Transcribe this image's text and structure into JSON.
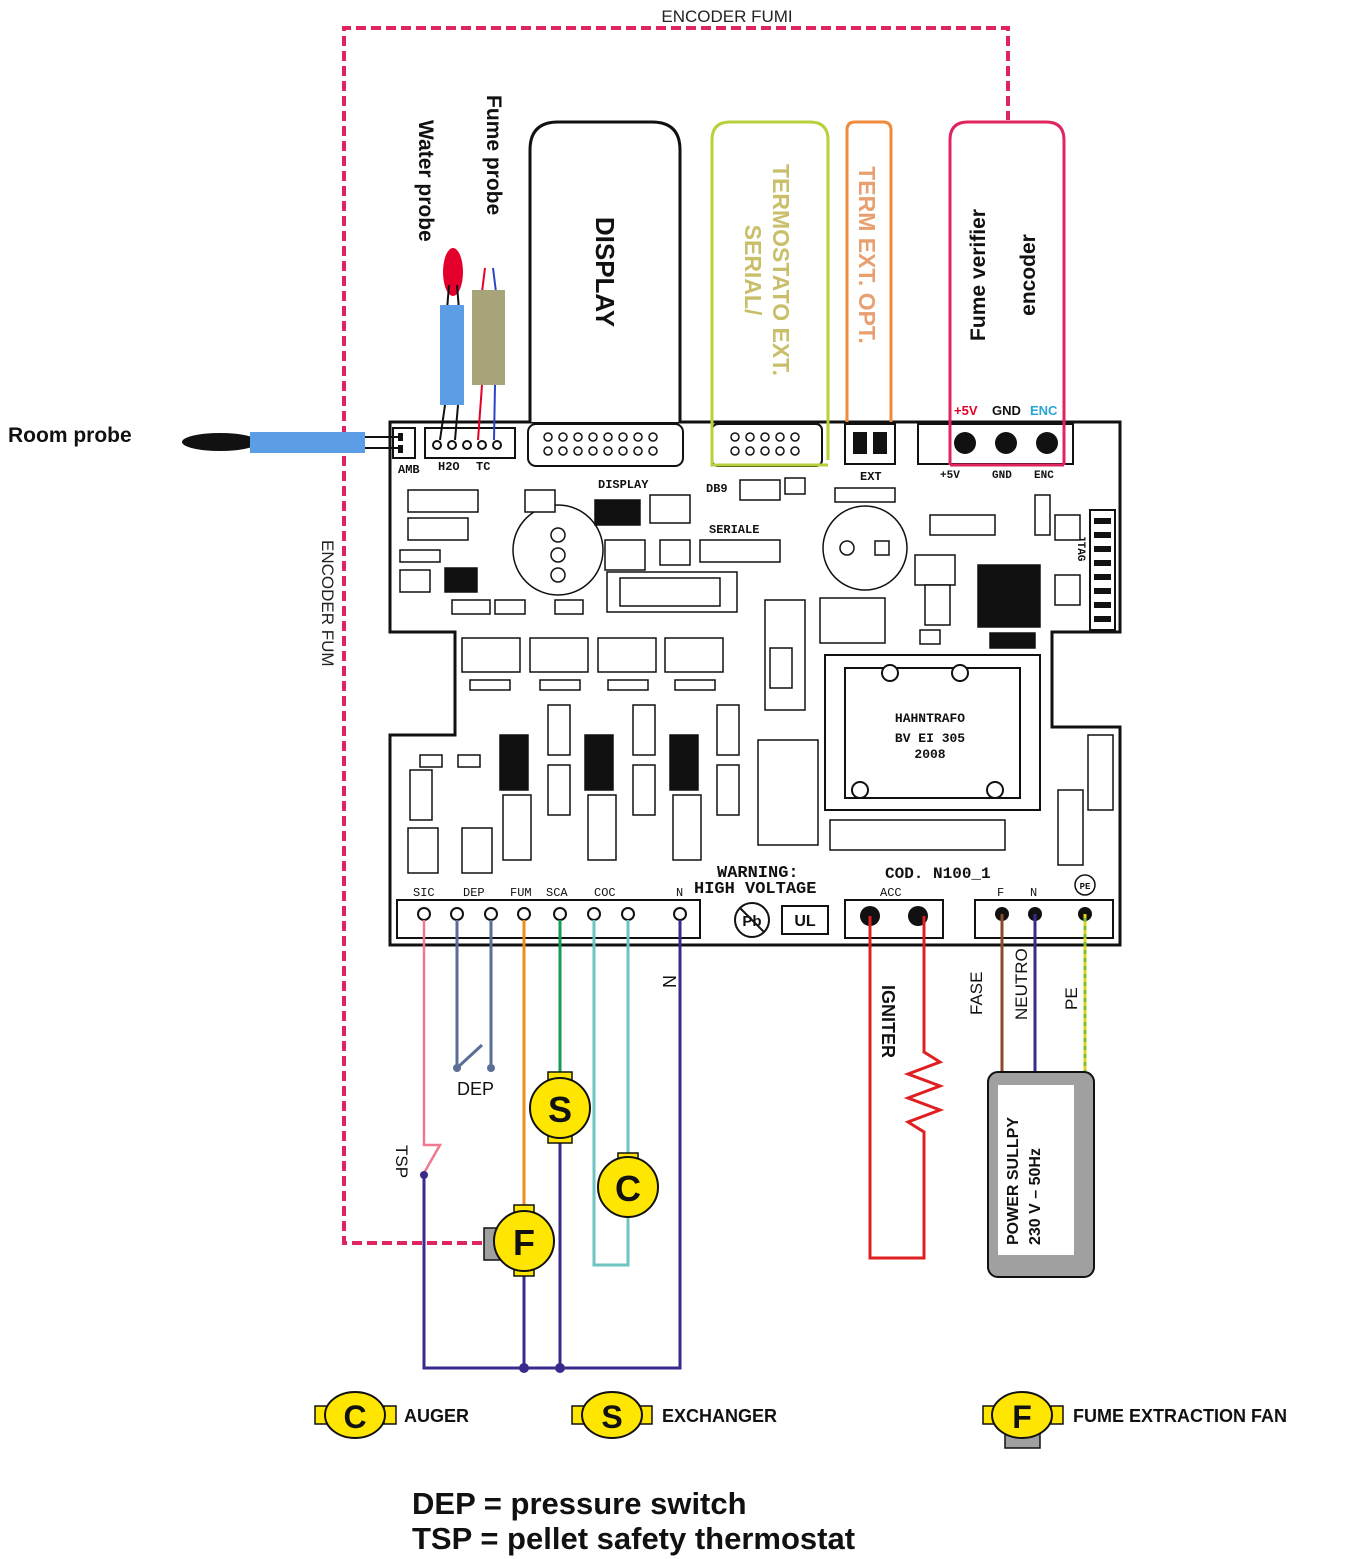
{
  "top_labels": {
    "encoder_fumi": "ENCODER FUMI",
    "encoder_fum_vertical": "ENCODER FUM"
  },
  "probes": {
    "water": "Water probe",
    "fume": "Fume probe",
    "room": "Room probe"
  },
  "connectors": {
    "display": "DISPLAY",
    "serial": "SERIAL/",
    "termostato": "TERMOSTATO EXT.",
    "term_opt": "TERM EXT. OPT.",
    "fume_verifier": "Fume  verifier",
    "encoder": "encoder",
    "pin_5v": "+5V",
    "pin_gnd": "GND",
    "pin_enc": "ENC"
  },
  "board": {
    "amb": "AMB",
    "h2o": "H2O",
    "tc": "TC",
    "display_silk": "DISPLAY",
    "db9": "DB9",
    "seriale": "SERIALE",
    "ext": "EXT",
    "jtag": "JTAG",
    "trafo_line1": "HAHNTRAFO",
    "trafo_line2": "BV EI 305",
    "trafo_line3": "2008",
    "warning_line1": "WARNING:",
    "warning_line2": "HIGH  VOLTAGE",
    "cod": "COD.  N100_1",
    "ul": "UL",
    "pb": "Pb",
    "pe_mark": "PE",
    "terminals_low": [
      "SIC",
      "DEP",
      "FUM",
      "SCA",
      "COC",
      "N"
    ],
    "acc": "ACC",
    "term_f": "F",
    "term_n": "N"
  },
  "wiring": {
    "dep": "DEP",
    "tsp": "TSP",
    "n": "N",
    "igniter": "IGNITER",
    "fase": "FASE",
    "neutro": "NEUTRO",
    "pe": "PE",
    "power_line1": "POWER SULLPY",
    "power_line2": "230 V – 50Hz",
    "motor_s": "S",
    "motor_c": "C",
    "motor_f": "F"
  },
  "legend": {
    "auger_symbol": "C",
    "auger": "AUGER",
    "exchanger_symbol": "S",
    "exchanger": "EXCHANGER",
    "fan_symbol": "F",
    "fan": "FUME EXTRACTION FAN"
  },
  "notes": {
    "dep": "DEP = pressure switch",
    "tsp": "TSP = pellet safety thermostat"
  },
  "colors": {
    "encoder_line": "#e0245e",
    "serial_box": "#b9cf3c",
    "serial_text": "#c9bf6a",
    "term_box": "#f08a3c",
    "term_text": "#e8a070",
    "motor_yellow": "#ffe600",
    "probe_blue": "#5b9ee6",
    "probe_red": "#e4002b",
    "probe_khaki": "#a8a47a",
    "wire_pink": "#f07890",
    "wire_slate": "#5a6e96",
    "wire_orange": "#f08c1e",
    "wire_green": "#1a9a56",
    "wire_cyan": "#6ec3c3",
    "wire_navy": "#3a2a8c",
    "wire_red": "#e02020",
    "wire_brown": "#8c4a2a",
    "wire_pe": "#7cbf2c",
    "power_box": "#a0a0a0"
  }
}
